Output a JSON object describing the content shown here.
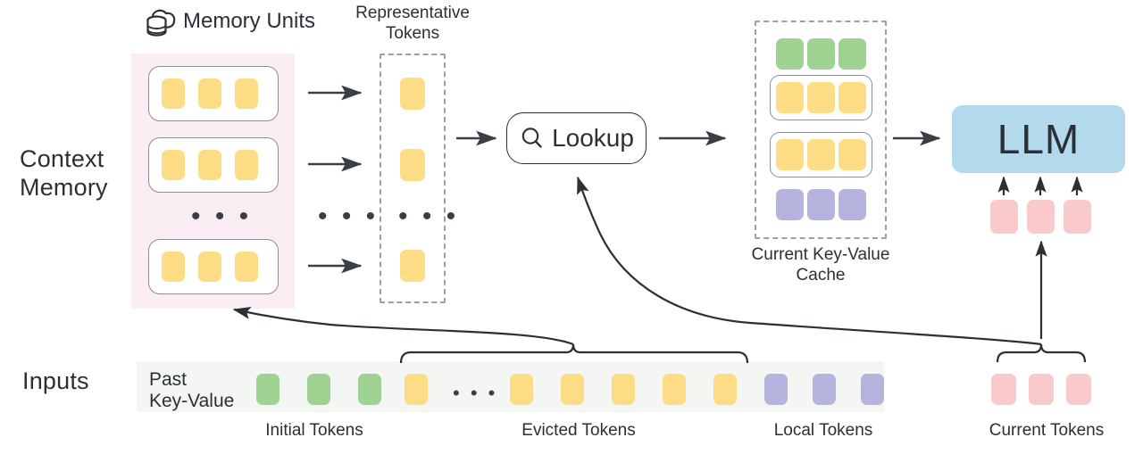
{
  "diagram": {
    "title": "Context Memory LLM inference diagram",
    "colors": {
      "token_yellow": "#FCDD86",
      "token_green": "#9ED391",
      "token_purple": "#B5B4DF",
      "token_pink": "#FAC9CC",
      "panel_pink": "#FBEDF4",
      "strip_gray": "#F4F6F4",
      "llm_blue": "#B2DAEC",
      "stroke_dark": "#2b2f36",
      "stroke_gray": "#8a8f99"
    }
  },
  "side_labels": {
    "context_memory": "Context\nMemory",
    "inputs": "Inputs"
  },
  "memory_units": {
    "header": "Memory Units",
    "icon": "cloud-database-icon",
    "ellipsis": "• • •",
    "units": [
      {
        "tokens": [
          "yellow",
          "yellow",
          "yellow"
        ]
      },
      {
        "tokens": [
          "yellow",
          "yellow",
          "yellow"
        ]
      },
      {
        "tokens": [
          "yellow",
          "yellow",
          "yellow"
        ]
      }
    ]
  },
  "arrows_middle": {
    "ellipsis": "• • •"
  },
  "representative_tokens": {
    "caption": "Representative\nTokens",
    "ellipsis": "• • •",
    "tokens": [
      "yellow",
      "yellow",
      "yellow"
    ]
  },
  "lookup": {
    "label": "Lookup",
    "icon": "search-icon"
  },
  "kv_cache": {
    "caption": "Current Key-Value\nCache",
    "rows": [
      {
        "boxed": false,
        "color": "green",
        "count": 3
      },
      {
        "boxed": true,
        "color": "yellow",
        "count": 3
      },
      {
        "boxed": true,
        "color": "yellow",
        "count": 3
      },
      {
        "boxed": false,
        "color": "purple",
        "count": 3
      }
    ]
  },
  "llm": {
    "label": "LLM"
  },
  "llm_inputs": {
    "tokens": [
      "pink",
      "pink",
      "pink"
    ]
  },
  "inputs_row": {
    "past_key_value_label": "Past\nKey-Value",
    "ellipsis": "• • •",
    "tokens": [
      "green",
      "green",
      "green",
      "yellow",
      "ELLIPSIS",
      "yellow",
      "yellow",
      "yellow",
      "yellow",
      "yellow",
      "purple",
      "purple",
      "purple"
    ],
    "current_tokens": [
      "pink",
      "pink",
      "pink"
    ]
  },
  "bottom_labels": {
    "initial": "Initial Tokens",
    "evicted": "Evicted Tokens",
    "local": "Local Tokens",
    "current": "Current Tokens"
  }
}
